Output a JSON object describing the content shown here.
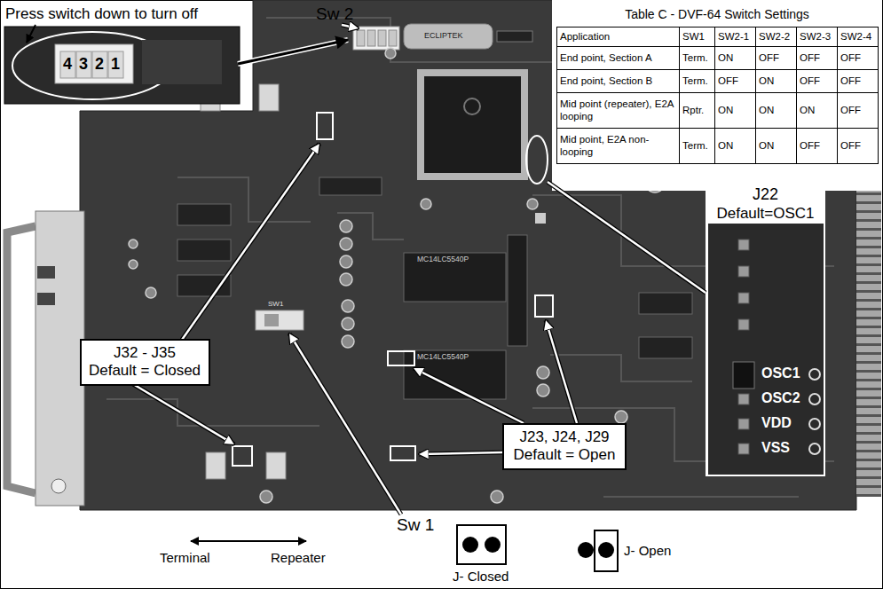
{
  "diagram": {
    "nodes": [
      {
        "text": [
          "J32 - J35",
          "Default = Closed"
        ]
      },
      {
        "text": [
          "J23, J24, J29",
          "Default = Open"
        ]
      },
      {
        "text": [
          "J22",
          "Default=OSC1"
        ]
      }
    ],
    "labels": [
      "Press switch down to turn off",
      "Sw 2",
      "4",
      "3",
      "2",
      "1",
      "Table C - DVF-64 Switch Settings",
      "Application",
      "SW1",
      "SW2-1",
      "SW2-2",
      "SW2-3",
      "SW2-4",
      "End point, Section A",
      "Term.",
      "ON",
      "OFF",
      "OFF",
      "OFF",
      "End point, Section B",
      "Term.",
      "OFF",
      "ON",
      "OFF",
      "OFF",
      "Mid point (repeater), E2A looping",
      "Rptr.",
      "ON",
      "ON",
      "ON",
      "OFF",
      "Mid point, E2A non-looping",
      "Term.",
      "ON",
      "ON",
      "OFF",
      "OFF",
      "OSC1",
      "OSC2",
      "VDD",
      "VSS",
      "Sw 1",
      "Terminal",
      "Repeater",
      "J- Closed",
      "J- Open",
      "MC14LC5540P",
      "MC14LC5540P",
      "SW1",
      "ECLIPTEK"
    ]
  }
}
